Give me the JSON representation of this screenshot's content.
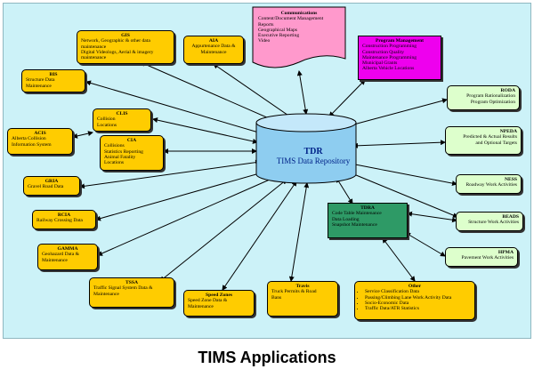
{
  "center": {
    "title": "TDR",
    "subtitle": "TIMS Data Repository"
  },
  "communications": {
    "title": "Communications",
    "lines": [
      "Content/Document Management",
      "Reports",
      "Geographical Maps",
      "Executive Reporting",
      "Video"
    ]
  },
  "program_management": {
    "title": "Program Management",
    "lines": [
      "Construction Programming",
      "Construction Quality",
      "Maintenance Programming",
      "Municipal Grants",
      "Alberta Vehicle Locations"
    ]
  },
  "gis": {
    "title": "GIS",
    "lines": [
      "Network, Geographic & other data maintenance",
      "Digital Videologs, Aerial & imagery maintenance"
    ]
  },
  "aia": {
    "title": "AIA",
    "lines": [
      "Appurtenance Data & Maintenance"
    ]
  },
  "bis": {
    "title": "BIS",
    "lines": [
      "Structure Data",
      "Maintenance"
    ]
  },
  "clis": {
    "title": "CLIS",
    "lines": [
      "Collision",
      "Locations"
    ]
  },
  "acis": {
    "title": "ACIS",
    "lines": [
      "Alberta Collision",
      "Information System"
    ]
  },
  "cia": {
    "title": "CIA",
    "lines": [
      "Collisions",
      "Statistics Reporting",
      "Animal Fatality",
      "Locations"
    ]
  },
  "gria": {
    "title": "GRIA",
    "lines": [
      "Gravel Road Data"
    ]
  },
  "rcia": {
    "title": "RCIA",
    "lines": [
      "Railway Crossing Data"
    ]
  },
  "gamma": {
    "title": "GAMMA",
    "lines": [
      "Geohazard Data &",
      "Maintenance"
    ]
  },
  "tssa": {
    "title": "TSSA",
    "lines": [
      "Traffic Signal System Data &",
      "Maintenance"
    ]
  },
  "speed_zones": {
    "title": "Speed Zones",
    "lines": [
      "Speed Zone Data &",
      "Maintenance"
    ]
  },
  "travis": {
    "title": "Travis",
    "lines": [
      "Truck Permits & Road",
      "Bans"
    ]
  },
  "tdra": {
    "title": "TDRA",
    "lines": [
      "Code Table Maintenance",
      "Data Loading",
      "Snapshot Maintenance"
    ]
  },
  "roda": {
    "title": "RODA",
    "lines": [
      "Program Rationalization",
      "Program Optimization"
    ]
  },
  "npeda": {
    "title": "NPEDA",
    "lines": [
      "Predicted & Actual Results",
      "and Optional Targets"
    ]
  },
  "ness": {
    "title": "NESS",
    "lines": [
      "Roadway Work Activities"
    ]
  },
  "beads": {
    "title": "BEADS",
    "lines": [
      "Structure Work Activities"
    ]
  },
  "hpma": {
    "title": "HPMA",
    "lines": [
      "Pavement Work Activities"
    ]
  },
  "other": {
    "title": "Other",
    "items": [
      "Service Classification Data",
      "Passing/Climbing Lane Work Activity Data",
      "Socio-Economic Data",
      "Traffic Data/ATR Statistics"
    ]
  },
  "footer": {
    "title": "TIMS Applications"
  },
  "colors": {
    "background": "#ccf2f8",
    "yellow_box": "#ffcc00",
    "green_box": "#ddffcc",
    "magenta_box": "#ee00ee",
    "pink_doc": "#ff99cc",
    "tdra_box": "#2e9a66",
    "cylinder": "#8ecdf0",
    "center_text": "#002288"
  }
}
